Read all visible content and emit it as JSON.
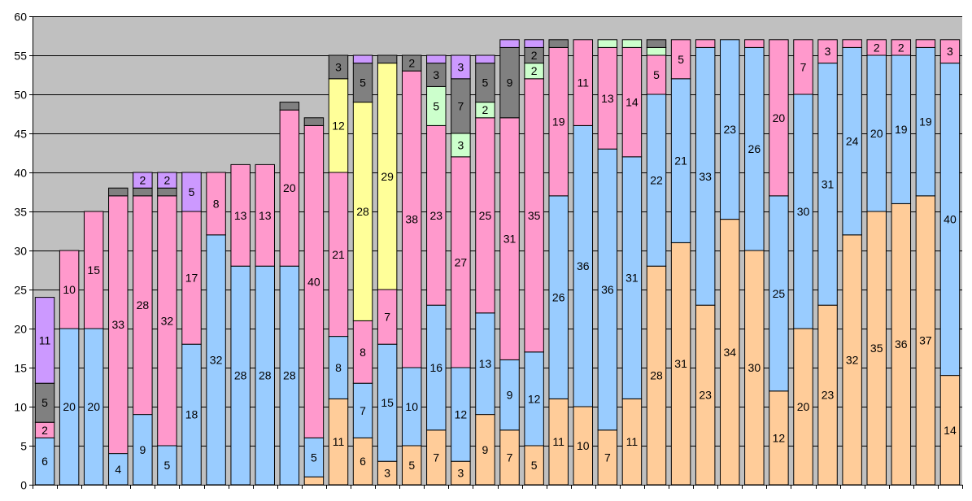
{
  "chart_data": {
    "type": "bar",
    "stacked": true,
    "title": "",
    "xlabel": "",
    "ylabel": "",
    "ylim": [
      0,
      60
    ],
    "yticks": [
      0,
      5,
      10,
      15,
      20,
      25,
      30,
      35,
      40,
      45,
      50,
      55,
      60
    ],
    "grid": true,
    "legend": "none",
    "plot_background": "#c0c0c0",
    "colors": {
      "orange": "#ffcc99",
      "blue": "#99ccff",
      "pink": "#ff99cc",
      "yellow": "#ffff99",
      "green": "#ccffcc",
      "gray": "#808080",
      "purple": "#cc99ff"
    },
    "stack_order": [
      "orange",
      "blue",
      "pink",
      "yellow",
      "green",
      "gray",
      "purple"
    ],
    "bars": [
      {
        "orange": 0,
        "blue": 6,
        "pink": 2,
        "yellow": 0,
        "green": 0,
        "gray": 5,
        "purple": 11
      },
      {
        "orange": 0,
        "blue": 20,
        "pink": 10,
        "yellow": 0,
        "green": 0,
        "gray": 0,
        "purple": 0
      },
      {
        "orange": 0,
        "blue": 20,
        "pink": 15,
        "yellow": 0,
        "green": 0,
        "gray": 0,
        "purple": 0
      },
      {
        "orange": 0,
        "blue": 4,
        "pink": 33,
        "yellow": 0,
        "green": 0,
        "gray": 1,
        "purple": 0
      },
      {
        "orange": 0,
        "blue": 9,
        "pink": 28,
        "yellow": 0,
        "green": 0,
        "gray": 1,
        "purple": 2
      },
      {
        "orange": 0,
        "blue": 5,
        "pink": 32,
        "yellow": 0,
        "green": 0,
        "gray": 1,
        "purple": 2
      },
      {
        "orange": 0,
        "blue": 18,
        "pink": 17,
        "yellow": 0,
        "green": 0,
        "gray": 0,
        "purple": 5
      },
      {
        "orange": 0,
        "blue": 32,
        "pink": 8,
        "yellow": 0,
        "green": 0,
        "gray": 0,
        "purple": 0
      },
      {
        "orange": 0,
        "blue": 28,
        "pink": 13,
        "yellow": 0,
        "green": 0,
        "gray": 0,
        "purple": 0
      },
      {
        "orange": 0,
        "blue": 28,
        "pink": 13,
        "yellow": 0,
        "green": 0,
        "gray": 0,
        "purple": 0
      },
      {
        "orange": 0,
        "blue": 28,
        "pink": 20,
        "yellow": 0,
        "green": 0,
        "gray": 1,
        "purple": 0
      },
      {
        "orange": 1,
        "blue": 5,
        "pink": 40,
        "yellow": 0,
        "green": 0,
        "gray": 1,
        "purple": 0
      },
      {
        "orange": 11,
        "blue": 8,
        "pink": 21,
        "yellow": 12,
        "green": 0,
        "gray": 3,
        "purple": 0
      },
      {
        "orange": 6,
        "blue": 7,
        "pink": 8,
        "yellow": 28,
        "green": 0,
        "gray": 5,
        "purple": 1
      },
      {
        "orange": 3,
        "blue": 15,
        "pink": 7,
        "yellow": 29,
        "green": 0,
        "gray": 1,
        "purple": 0
      },
      {
        "orange": 5,
        "blue": 10,
        "pink": 38,
        "yellow": 0,
        "green": 0,
        "gray": 2,
        "purple": 0
      },
      {
        "orange": 7,
        "blue": 16,
        "pink": 23,
        "yellow": 0,
        "green": 5,
        "gray": 3,
        "purple": 1
      },
      {
        "orange": 3,
        "blue": 12,
        "pink": 27,
        "yellow": 0,
        "green": 3,
        "gray": 7,
        "purple": 3
      },
      {
        "orange": 9,
        "blue": 13,
        "pink": 25,
        "yellow": 0,
        "green": 2,
        "gray": 5,
        "purple": 1
      },
      {
        "orange": 7,
        "blue": 9,
        "pink": 31,
        "yellow": 0,
        "green": 0,
        "gray": 9,
        "purple": 1
      },
      {
        "orange": 5,
        "blue": 12,
        "pink": 35,
        "yellow": 0,
        "green": 2,
        "gray": 2,
        "purple": 1
      },
      {
        "orange": 11,
        "blue": 26,
        "pink": 19,
        "yellow": 0,
        "green": 0,
        "gray": 1,
        "purple": 0
      },
      {
        "orange": 10,
        "blue": 36,
        "pink": 11,
        "yellow": 0,
        "green": 0,
        "gray": 0,
        "purple": 0
      },
      {
        "orange": 7,
        "blue": 36,
        "pink": 13,
        "yellow": 0,
        "green": 1,
        "gray": 0,
        "purple": 0
      },
      {
        "orange": 11,
        "blue": 31,
        "pink": 14,
        "yellow": 0,
        "green": 1,
        "gray": 0,
        "purple": 0
      },
      {
        "orange": 28,
        "blue": 22,
        "pink": 5,
        "yellow": 0,
        "green": 1,
        "gray": 1,
        "purple": 0
      },
      {
        "orange": 31,
        "blue": 21,
        "pink": 5,
        "yellow": 0,
        "green": 0,
        "gray": 0,
        "purple": 0
      },
      {
        "orange": 23,
        "blue": 33,
        "pink": 1,
        "yellow": 0,
        "green": 0,
        "gray": 0,
        "purple": 0
      },
      {
        "orange": 34,
        "blue": 23,
        "pink": 0,
        "yellow": 0,
        "green": 0,
        "gray": 0,
        "purple": 0
      },
      {
        "orange": 30,
        "blue": 26,
        "pink": 1,
        "yellow": 0,
        "green": 0,
        "gray": 0,
        "purple": 0
      },
      {
        "orange": 12,
        "blue": 25,
        "pink": 20,
        "yellow": 0,
        "green": 0,
        "gray": 0,
        "purple": 0
      },
      {
        "orange": 20,
        "blue": 30,
        "pink": 7,
        "yellow": 0,
        "green": 0,
        "gray": 0,
        "purple": 0
      },
      {
        "orange": 23,
        "blue": 31,
        "pink": 3,
        "yellow": 0,
        "green": 0,
        "gray": 0,
        "purple": 0
      },
      {
        "orange": 32,
        "blue": 24,
        "pink": 1,
        "yellow": 0,
        "green": 0,
        "gray": 0,
        "purple": 0
      },
      {
        "orange": 35,
        "blue": 20,
        "pink": 2,
        "yellow": 0,
        "green": 0,
        "gray": 0,
        "purple": 0
      },
      {
        "orange": 36,
        "blue": 19,
        "pink": 2,
        "yellow": 0,
        "green": 0,
        "gray": 0,
        "purple": 0
      },
      {
        "orange": 37,
        "blue": 19,
        "pink": 1,
        "yellow": 0,
        "green": 0,
        "gray": 0,
        "purple": 0
      },
      {
        "orange": 14,
        "blue": 40,
        "pink": 3,
        "yellow": 0,
        "green": 0,
        "gray": 0,
        "purple": 0
      }
    ]
  }
}
